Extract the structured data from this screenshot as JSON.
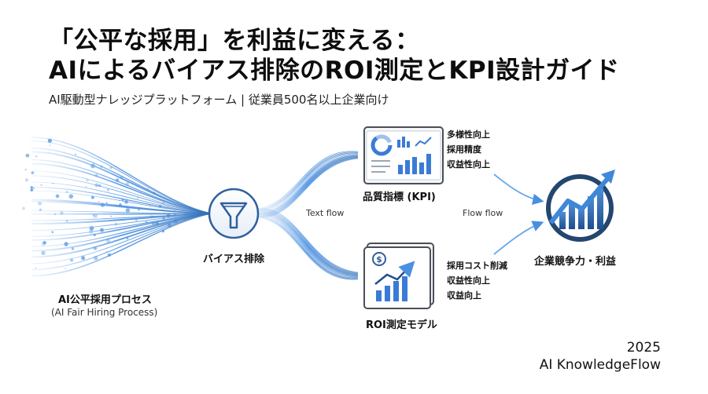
{
  "title": {
    "line1": "「公平な採用」を利益に変える：",
    "line2": "AIによるバイアス排除のROI測定とKPI設計ガイド"
  },
  "subtitle": "AI駆動型ナレッジプラットフォーム | 従業員500名以上企業向け",
  "nodes": {
    "process": {
      "label": "AI公平採用プロセス",
      "sublabel": "(AI Fair Hiring Process)",
      "icon": "particle-stream-icon"
    },
    "bias_removal": {
      "label": "バイアス排除",
      "icon": "funnel-icon"
    },
    "kpi": {
      "label": "品質指標 (KPI)",
      "icon": "dashboard-icon"
    },
    "roi": {
      "label": "ROI測定モデル",
      "icon": "roi-chart-icon"
    },
    "outcome": {
      "label": "企業競争力・利益",
      "icon": "growth-chart-icon"
    }
  },
  "flow_labels": {
    "text_flow": "Text flow",
    "flow_flow": "Flow flow"
  },
  "kpi_notes": [
    "多様性向上",
    "採用精度",
    "収益性向上"
  ],
  "roi_notes": [
    "採用コスト削減",
    "収益性向上",
    "収益向上"
  ],
  "footer": {
    "year": "2025",
    "brand": "AI KnowledgeFlow"
  },
  "colors": {
    "accent": "#2f6fb8",
    "dark": "#1f3b63",
    "flow": "#4a90e2",
    "particle": "#6aa6e8"
  }
}
